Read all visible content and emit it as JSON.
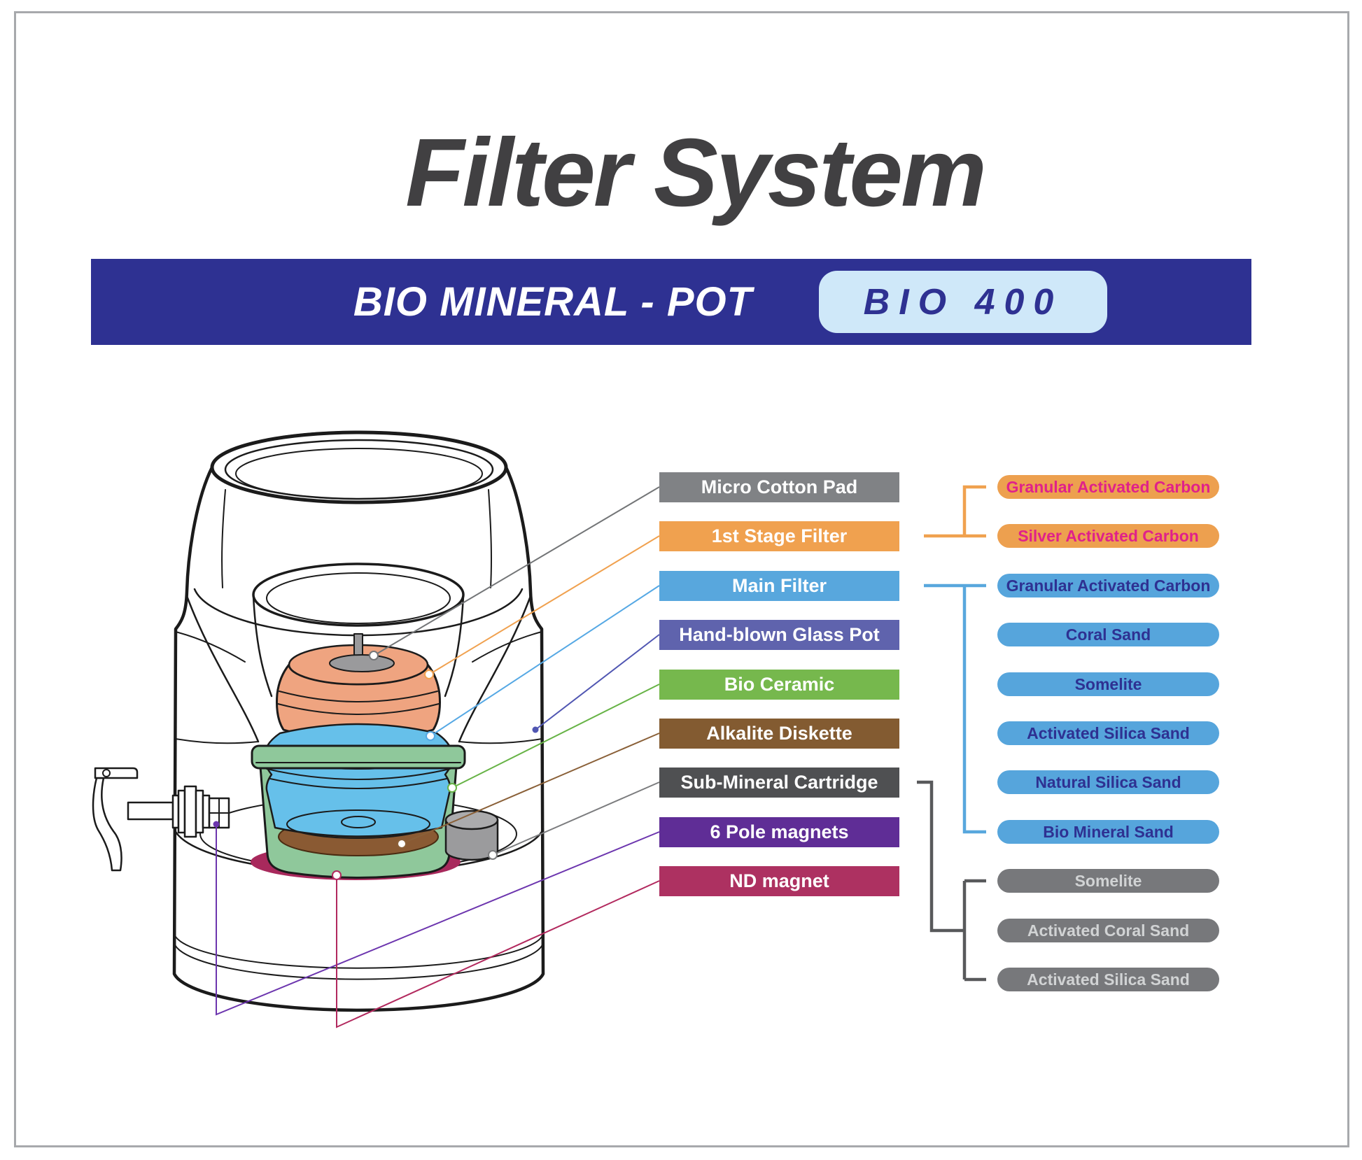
{
  "title": {
    "text": "Filter System",
    "color": "#414042"
  },
  "banner": {
    "bg": "#2E3192",
    "product_label": "BIO MINERAL - POT",
    "model_badge": {
      "text": "BIO 400",
      "bg": "#CFE8F9",
      "text_color": "#2E3192"
    }
  },
  "diagram": {
    "parts": [
      {
        "label": "Micro Cotton Pad",
        "bg": "#808285",
        "text_color": "#FFFFFF",
        "line_color": "#737577"
      },
      {
        "label": "1st Stage Filter",
        "bg": "#F0A14F",
        "text_color": "#FFFFFF",
        "line_color": "#F0A14F"
      },
      {
        "label": "Main Filter",
        "bg": "#58A7DD",
        "text_color": "#FFFFFF",
        "line_color": "#55A8E4"
      },
      {
        "label": "Hand-blown Glass Pot",
        "bg": "#5F63AD",
        "text_color": "#FFFFFF",
        "line_color": "#5056B2"
      },
      {
        "label": "Bio Ceramic",
        "bg": "#76B84D",
        "text_color": "#FFFFFF",
        "line_color": "#67B346"
      },
      {
        "label": "Alkalite Diskette",
        "bg": "#835B31",
        "text_color": "#FFFFFF",
        "line_color": "#8A6038"
      },
      {
        "label": "Sub-Mineral Cartridge",
        "bg": "#4F5052",
        "text_color": "#FFFFFF",
        "line_color": "#7B7C7E"
      },
      {
        "label": "6 Pole magnets",
        "bg": "#5F2D96",
        "text_color": "#FFFFFF",
        "line_color": "#6C35AE"
      },
      {
        "label": "ND magnet",
        "bg": "#AD3161",
        "text_color": "#FFFFFF",
        "line_color": "#B2295E"
      }
    ],
    "components": [
      {
        "label": "Granular Activated Carbon",
        "bg": "#EDA04F",
        "text_color": "#E0218A"
      },
      {
        "label": "Silver Activated Carbon",
        "bg": "#EDA04F",
        "text_color": "#E0218A"
      },
      {
        "label": "Granular Activated Carbon",
        "bg": "#56A5DC",
        "text_color": "#2E3192"
      },
      {
        "label": "Coral Sand",
        "bg": "#56A5DC",
        "text_color": "#2E3192"
      },
      {
        "label": "Somelite",
        "bg": "#56A5DC",
        "text_color": "#2E3192"
      },
      {
        "label": "Activated Silica Sand",
        "bg": "#56A5DC",
        "text_color": "#2E3192"
      },
      {
        "label": "Natural Silica Sand",
        "bg": "#56A5DC",
        "text_color": "#2E3192"
      },
      {
        "label": "Bio Mineral Sand",
        "bg": "#56A5DC",
        "text_color": "#2E3192"
      },
      {
        "label": "Somelite",
        "bg": "#77787B",
        "text_color": "#D1D3D4"
      },
      {
        "label": "Activated Coral Sand",
        "bg": "#77787B",
        "text_color": "#D1D3D4"
      },
      {
        "label": "Activated Silica Sand",
        "bg": "#77787B",
        "text_color": "#D1D3D4"
      }
    ],
    "brackets": [
      {
        "name": "first-stage-filter-group",
        "color": "#F0A14F"
      },
      {
        "name": "main-filter-group",
        "color": "#58A7DD"
      },
      {
        "name": "sub-mineral-cartridge-group",
        "color": "#58595B"
      }
    ],
    "illustration": {
      "body_fill": "#FFFFFF",
      "cotton_pad_fill": "#9A9A9C",
      "first_stage_filter_fill": "#EFA480",
      "main_filter_fill": "#66C0EA",
      "bio_ceramic_fill": "#8FC89B",
      "alkalite_diskette_fill": "#8A5A33",
      "sub_mineral_cartridge_fill": "#9B9B9D",
      "sub_mineral_cartridge_top_fill": "#ABABAD",
      "nd_magnet_fill": "#A8295C"
    }
  }
}
